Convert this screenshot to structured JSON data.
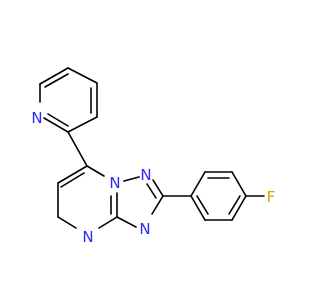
{
  "colors": {
    "bond": "#000000",
    "nitrogen": "#2a2af0",
    "fluorine": "#e0a000",
    "background": "#ffffff"
  },
  "atoms": {
    "n_pyridine": "N",
    "n_bridge": "N",
    "n_triazole_top": "N",
    "n_triazole_bottom": "N",
    "n_pyrimidine": "N",
    "f": "F"
  }
}
